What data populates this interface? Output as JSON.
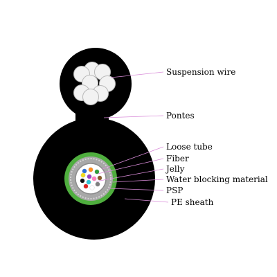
{
  "labels": {
    "suspension_wire": "Suspension wire",
    "pontes": "Pontes",
    "loose_tube": "Loose tube",
    "fiber": "Fiber",
    "jelly": "Jelly",
    "water_blocking_material": "Water blocking material",
    "psp": "PSP",
    "pe_sheath": "PE sheath"
  },
  "colors": {
    "sheath": "#000000",
    "wire_strand": "#f2f2f2",
    "wire_outline": "#b8b8b8",
    "water_blocking": "#4fae3e",
    "psp": "#a8a8a8",
    "loose_tube": "#ffffff",
    "leader_line": "#d98cd9",
    "fibers": [
      "#2b6fd6",
      "#ff8c1a",
      "#2e9e3b",
      "#8a5a2b",
      "#7f7f7f",
      "#ffffff",
      "#e02020",
      "#111111",
      "#f2dd1d",
      "#9b3fc4",
      "#ff7fbf",
      "#2ec4d6"
    ]
  }
}
